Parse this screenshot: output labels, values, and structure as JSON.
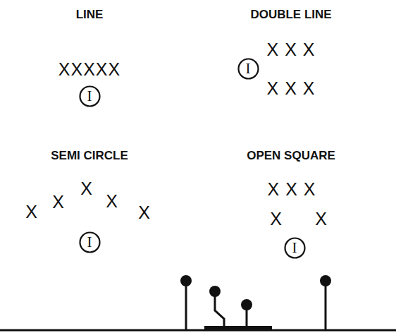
{
  "diagram": {
    "nodes": [
      {
        "text": [
          "I"
        ]
      },
      {
        "text": [
          "I"
        ]
      },
      {
        "text": [
          "I"
        ]
      },
      {
        "text": [
          "I"
        ]
      }
    ],
    "labels": [
      "LINE",
      "XXXXX",
      "DOUBLE LINE",
      "X X X",
      "X X X",
      "SEMI CIRCLE",
      "X",
      "X",
      "X",
      "X",
      "X",
      "OPEN SQUARE",
      "X X X",
      "X",
      "X"
    ]
  }
}
